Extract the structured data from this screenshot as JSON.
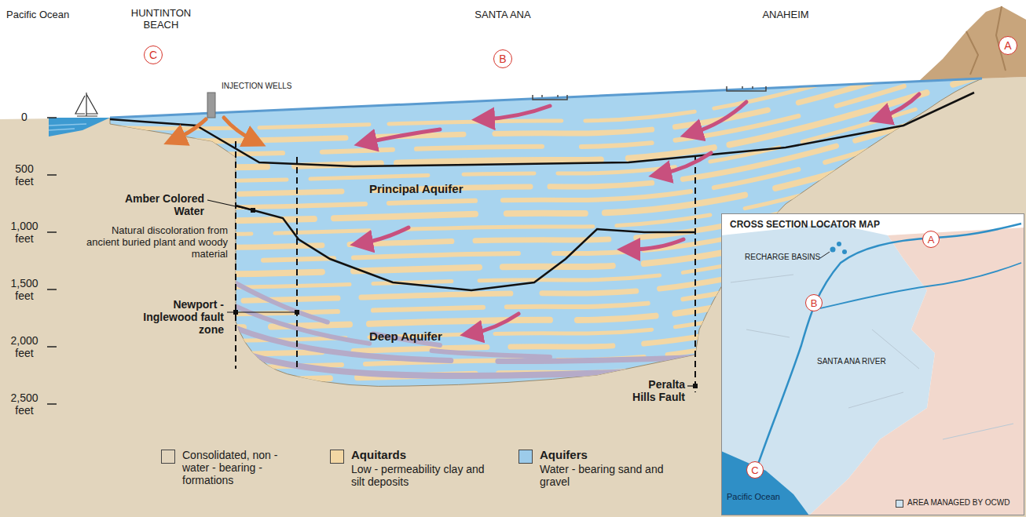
{
  "diagram": {
    "nodes": [
      {
        "text": [
          "C"
        ]
      },
      {
        "text": [
          "B"
        ]
      },
      {
        "text": [
          "A"
        ]
      },
      {
        "text": [
          "CROSS SECTION LOCATOR MAP"
        ]
      },
      {
        "text": [
          "A"
        ],
        "in": 3
      },
      {
        "text": [
          "B"
        ],
        "in": 3
      },
      {
        "text": [
          "C"
        ],
        "in": 3
      }
    ],
    "labels": [
      "Pacific Ocean",
      "HUNTINTON BEACH",
      "SANTA ANA",
      "ANAHEIM",
      "INJECTION WELLS",
      "0",
      "500 feet",
      "1,000 feet",
      "1,500 feet",
      "2,000 feet",
      "2,500 feet",
      "Amber Colored Water",
      "Natural discoloration from ancient buried plant and woody material",
      "Principal Aquifer",
      "Deep Aquifer",
      "Newport - Inglewood fault zone",
      "Peralta Hills Fault",
      "Low - permeability clay and silt deposits",
      "Water - bearing sand and gravel",
      "RECHARGE BASINS",
      "SANTA ANA RIVER",
      "Pacific Ocean"
    ],
    "legend": [
      {
        "text": "Consolidated, non - water - bearing - formations",
        "color": "#e2d5bd"
      },
      {
        "text": "Aquitards",
        "color": "#f3d7a4"
      },
      {
        "text": "Aquifers",
        "color": "#9ccbea"
      },
      {
        "text": "AREA MANAGED BY OCWD",
        "color": "#cfe3f0"
      }
    ]
  }
}
